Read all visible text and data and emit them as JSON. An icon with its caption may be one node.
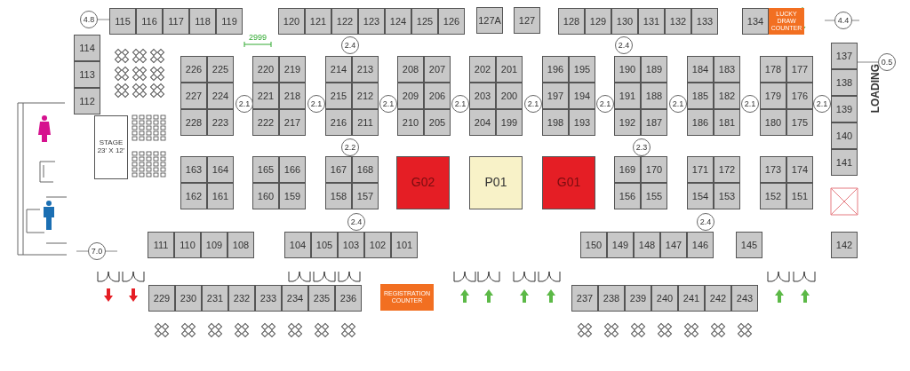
{
  "diagram": {
    "nodes": [
      {
        "text": [
          "115"
        ]
      },
      {
        "text": [
          "116"
        ]
      },
      {
        "text": [
          "117"
        ]
      },
      {
        "text": [
          "118"
        ]
      },
      {
        "text": [
          "119"
        ]
      },
      {
        "text": [
          "120"
        ]
      },
      {
        "text": [
          "121"
        ]
      },
      {
        "text": [
          "122"
        ]
      },
      {
        "text": [
          "123"
        ]
      },
      {
        "text": [
          "124"
        ]
      },
      {
        "text": [
          "125"
        ]
      },
      {
        "text": [
          "126"
        ]
      },
      {
        "text": [
          "127A"
        ]
      },
      {
        "text": [
          "127"
        ]
      },
      {
        "text": [
          "128"
        ]
      },
      {
        "text": [
          "129"
        ]
      },
      {
        "text": [
          "130"
        ]
      },
      {
        "text": [
          "131"
        ]
      },
      {
        "text": [
          "132"
        ]
      },
      {
        "text": [
          "133"
        ]
      },
      {
        "text": [
          "134"
        ]
      },
      {
        "text": [
          "LUCKY DRAW COUNTER"
        ]
      },
      {
        "text": [
          "114"
        ]
      },
      {
        "text": [
          "113"
        ]
      },
      {
        "text": [
          "112"
        ]
      },
      {
        "text": [
          "STAGE",
          "23' X 12'"
        ]
      },
      {
        "text": [
          "226"
        ]
      },
      {
        "text": [
          "225"
        ]
      },
      {
        "text": [
          "227"
        ]
      },
      {
        "text": [
          "224"
        ]
      },
      {
        "text": [
          "228"
        ]
      },
      {
        "text": [
          "223"
        ]
      },
      {
        "text": [
          "220"
        ]
      },
      {
        "text": [
          "219"
        ]
      },
      {
        "text": [
          "221"
        ]
      },
      {
        "text": [
          "218"
        ]
      },
      {
        "text": [
          "222"
        ]
      },
      {
        "text": [
          "217"
        ]
      },
      {
        "text": [
          "214"
        ]
      },
      {
        "text": [
          "213"
        ]
      },
      {
        "text": [
          "215"
        ]
      },
      {
        "text": [
          "212"
        ]
      },
      {
        "text": [
          "216"
        ]
      },
      {
        "text": [
          "211"
        ]
      },
      {
        "text": [
          "208"
        ]
      },
      {
        "text": [
          "207"
        ]
      },
      {
        "text": [
          "209"
        ]
      },
      {
        "text": [
          "206"
        ]
      },
      {
        "text": [
          "210"
        ]
      },
      {
        "text": [
          "205"
        ]
      },
      {
        "text": [
          "202"
        ]
      },
      {
        "text": [
          "201"
        ]
      },
      {
        "text": [
          "203"
        ]
      },
      {
        "text": [
          "200"
        ]
      },
      {
        "text": [
          "204"
        ]
      },
      {
        "text": [
          "199"
        ]
      },
      {
        "text": [
          "196"
        ]
      },
      {
        "text": [
          "195"
        ]
      },
      {
        "text": [
          "197"
        ]
      },
      {
        "text": [
          "194"
        ]
      },
      {
        "text": [
          "198"
        ]
      },
      {
        "text": [
          "193"
        ]
      },
      {
        "text": [
          "190"
        ]
      },
      {
        "text": [
          "189"
        ]
      },
      {
        "text": [
          "191"
        ]
      },
      {
        "text": [
          "188"
        ]
      },
      {
        "text": [
          "192"
        ]
      },
      {
        "text": [
          "187"
        ]
      },
      {
        "text": [
          "184"
        ]
      },
      {
        "text": [
          "183"
        ]
      },
      {
        "text": [
          "185"
        ]
      },
      {
        "text": [
          "182"
        ]
      },
      {
        "text": [
          "186"
        ]
      },
      {
        "text": [
          "181"
        ]
      },
      {
        "text": [
          "178"
        ]
      },
      {
        "text": [
          "177"
        ]
      },
      {
        "text": [
          "179"
        ]
      },
      {
        "text": [
          "176"
        ]
      },
      {
        "text": [
          "180"
        ]
      },
      {
        "text": [
          "175"
        ]
      },
      {
        "text": [
          "137"
        ]
      },
      {
        "text": [
          "138"
        ]
      },
      {
        "text": [
          "139"
        ]
      },
      {
        "text": [
          "140"
        ]
      },
      {
        "text": [
          "141"
        ]
      },
      {
        "text": [
          "163"
        ]
      },
      {
        "text": [
          "164"
        ]
      },
      {
        "text": [
          "162"
        ]
      },
      {
        "text": [
          "161"
        ]
      },
      {
        "text": [
          "165"
        ]
      },
      {
        "text": [
          "166"
        ]
      },
      {
        "text": [
          "160"
        ]
      },
      {
        "text": [
          "159"
        ]
      },
      {
        "text": [
          "167"
        ]
      },
      {
        "text": [
          "168"
        ]
      },
      {
        "text": [
          "158"
        ]
      },
      {
        "text": [
          "157"
        ]
      },
      {
        "text": [
          "G02"
        ]
      },
      {
        "text": [
          "P01"
        ]
      },
      {
        "text": [
          "G01"
        ]
      },
      {
        "text": [
          "169"
        ]
      },
      {
        "text": [
          "170"
        ]
      },
      {
        "text": [
          "156"
        ]
      },
      {
        "text": [
          "155"
        ]
      },
      {
        "text": [
          "171"
        ]
      },
      {
        "text": [
          "172"
        ]
      },
      {
        "text": [
          "154"
        ]
      },
      {
        "text": [
          "153"
        ]
      },
      {
        "text": [
          "173"
        ]
      },
      {
        "text": [
          "174"
        ]
      },
      {
        "text": [
          "152"
        ]
      },
      {
        "text": [
          "151"
        ]
      },
      {
        "text": [
          "111"
        ]
      },
      {
        "text": [
          "110"
        ]
      },
      {
        "text": [
          "109"
        ]
      },
      {
        "text": [
          "108"
        ]
      },
      {
        "text": [
          "104"
        ]
      },
      {
        "text": [
          "105"
        ]
      },
      {
        "text": [
          "103"
        ]
      },
      {
        "text": [
          "102"
        ]
      },
      {
        "text": [
          "101"
        ]
      },
      {
        "text": [
          "150"
        ]
      },
      {
        "text": [
          "149"
        ]
      },
      {
        "text": [
          "148"
        ]
      },
      {
        "text": [
          "147"
        ]
      },
      {
        "text": [
          "146"
        ]
      },
      {
        "text": [
          "145"
        ]
      },
      {
        "text": [
          "142"
        ]
      },
      {
        "text": [
          "229"
        ]
      },
      {
        "text": [
          "230"
        ]
      },
      {
        "text": [
          "231"
        ]
      },
      {
        "text": [
          "232"
        ]
      },
      {
        "text": [
          "233"
        ]
      },
      {
        "text": [
          "234"
        ]
      },
      {
        "text": [
          "235"
        ]
      },
      {
        "text": [
          "236"
        ]
      },
      {
        "text": [
          "REGISTRATION COUNTER"
        ]
      },
      {
        "text": [
          "237"
        ]
      },
      {
        "text": [
          "238"
        ]
      },
      {
        "text": [
          "239"
        ]
      },
      {
        "text": [
          "240"
        ]
      },
      {
        "text": [
          "241"
        ]
      },
      {
        "text": [
          "242"
        ]
      },
      {
        "text": [
          "243"
        ]
      }
    ],
    "labels": [
      "4.8",
      "2999",
      "2.4",
      "2.4",
      "4.4",
      "0.5",
      "LOADING",
      "2.1",
      "2.1",
      "2.1",
      "2.1",
      "2.1",
      "2.1",
      "2.1",
      "2.1",
      "2.1",
      "2.2",
      "2.3",
      "2.4",
      "2.4",
      "7.0"
    ]
  }
}
